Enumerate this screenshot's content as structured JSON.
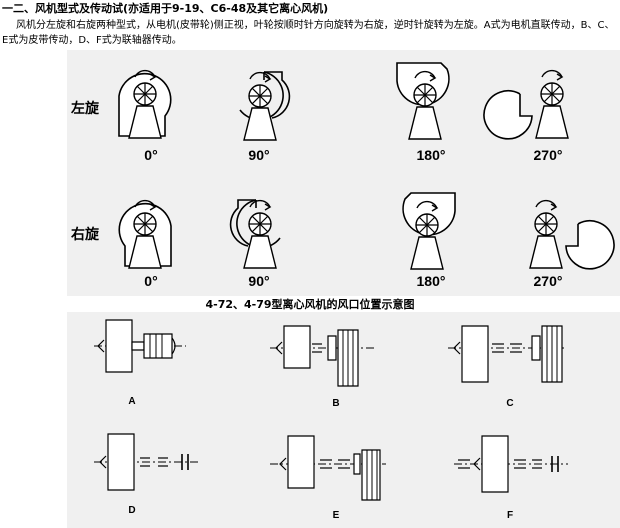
{
  "heading": "一二、风机型式及传动试(亦适用于9-19、C6-48及其它离心风机)",
  "intro": "风机分左旋和右旋两种型式，从电机(皮带轮)侧正视，叶轮按顺时针方向旋转为右旋，逆时针旋转为左旋。A式为电机直联传动，B、C、E式为皮带传动，D、F式为联轴器传动。",
  "rotation": {
    "left_label": "左旋",
    "right_label": "右旋",
    "angles": [
      "0°",
      "90°",
      "180°",
      "270°"
    ]
  },
  "caption": "4-72、4-79型离心风机的风口位置示意图",
  "drives": {
    "labels": [
      "A",
      "B",
      "C",
      "D",
      "E",
      "F"
    ]
  }
}
